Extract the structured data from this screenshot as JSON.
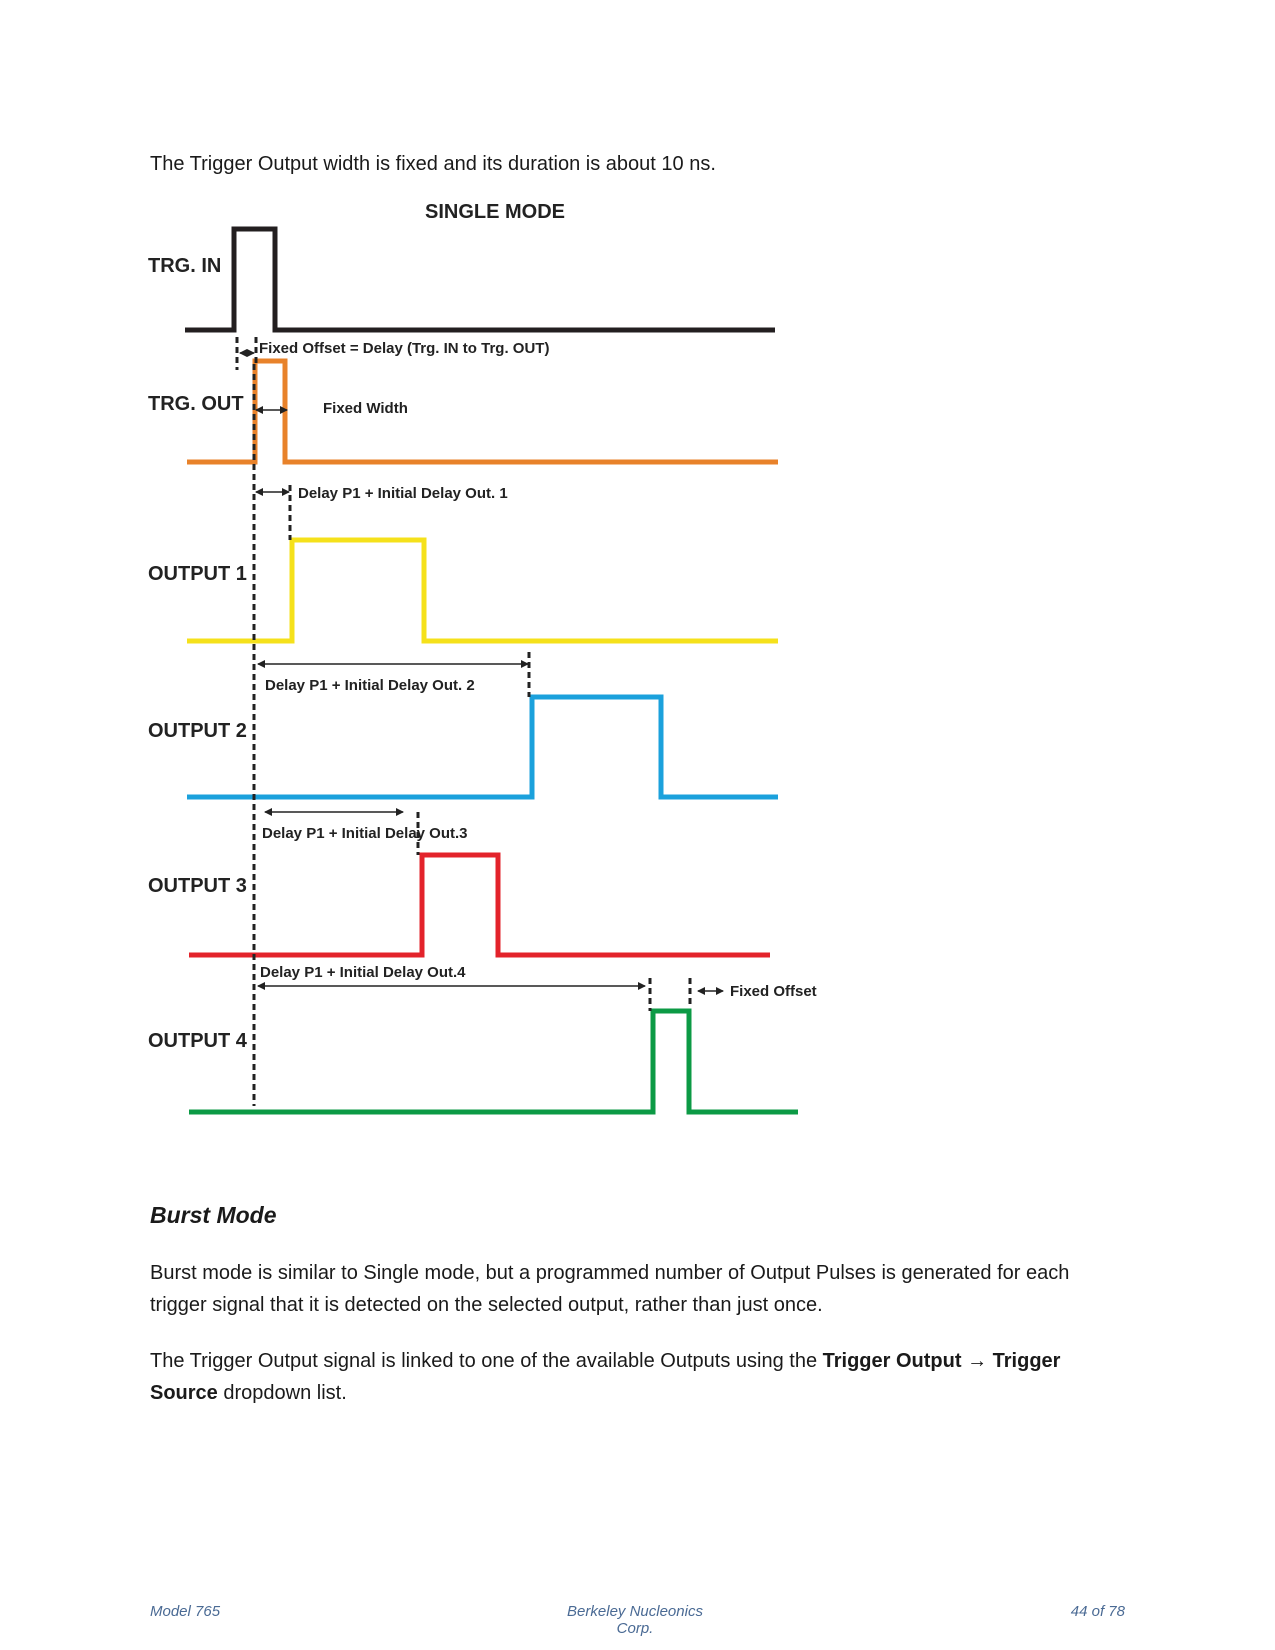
{
  "intro": "The Trigger Output width is fixed and its duration is about 10 ns.",
  "diagram": {
    "title": "SINGLE MODE",
    "signals": {
      "trg_in": "TRG. IN",
      "trg_out": "TRG. OUT",
      "out1": "OUTPUT 1",
      "out2": "OUTPUT 2",
      "out3": "OUTPUT 3",
      "out4": "OUTPUT 4"
    },
    "annotations": {
      "fixed_offset_delay": "Fixed Offset = Delay (Trg. IN to Trg. OUT)",
      "fixed_width": "Fixed Width",
      "delay1": "Delay P1 + Initial Delay Out. 1",
      "delay2": "Delay P1 + Initial Delay Out. 2",
      "delay3": "Delay P1 + Initial Delay Out.3",
      "delay4": "Delay P1 + Initial Delay Out.4",
      "fixed_offset": "Fixed Offset"
    },
    "colors": {
      "trg_in": "#231f20",
      "trg_out": "#e8822a",
      "out1": "#f5e11b",
      "out2": "#1ba1dc",
      "out3": "#e3232b",
      "out4": "#0c9a45"
    }
  },
  "burst": {
    "heading": "Burst Mode",
    "p1": "Burst mode is similar to Single mode, but a programmed number of Output Pulses is generated for each trigger signal that it is detected on the selected output, rather than just once.",
    "p2_pre": "The Trigger Output signal is linked to one of the available Outputs using the ",
    "p2_bold1": "Trigger Output",
    "p2_arrow": "→",
    "p2_bold2": "Trigger Source",
    "p2_post": " dropdown list."
  },
  "footer": {
    "left": "Model 765",
    "center": "Berkeley Nucleonics Corp.",
    "right": "44 of 78"
  }
}
